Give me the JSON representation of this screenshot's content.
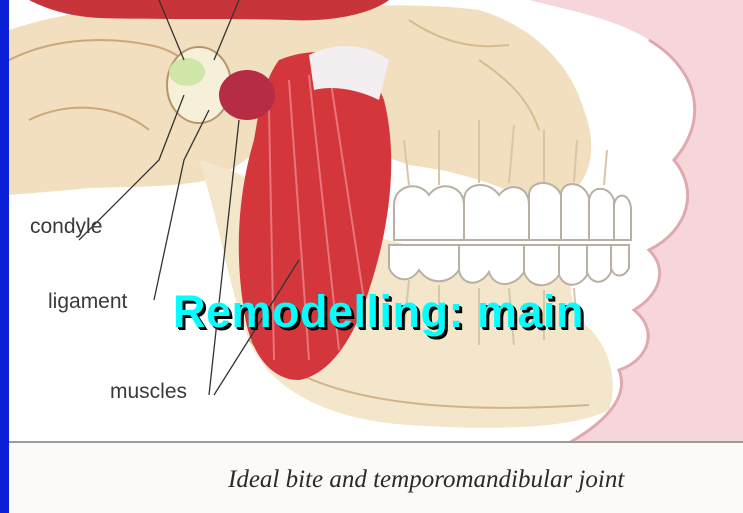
{
  "slide": {
    "overlay_title": "Remodelling: main",
    "caption": "Ideal bite and temporomandibular joint",
    "labels": {
      "condyle": "condyle",
      "ligament": "ligament",
      "muscles": "muscles"
    }
  },
  "colors": {
    "frame_blue": "#0a1fd6",
    "title_cyan": "#00ffff",
    "muscle_red": "#d3373c",
    "bone": "#f3e3c6",
    "skin": "#f4c9cf"
  },
  "icons": [
    "skull-illustration",
    "jaw-muscle",
    "teeth"
  ]
}
